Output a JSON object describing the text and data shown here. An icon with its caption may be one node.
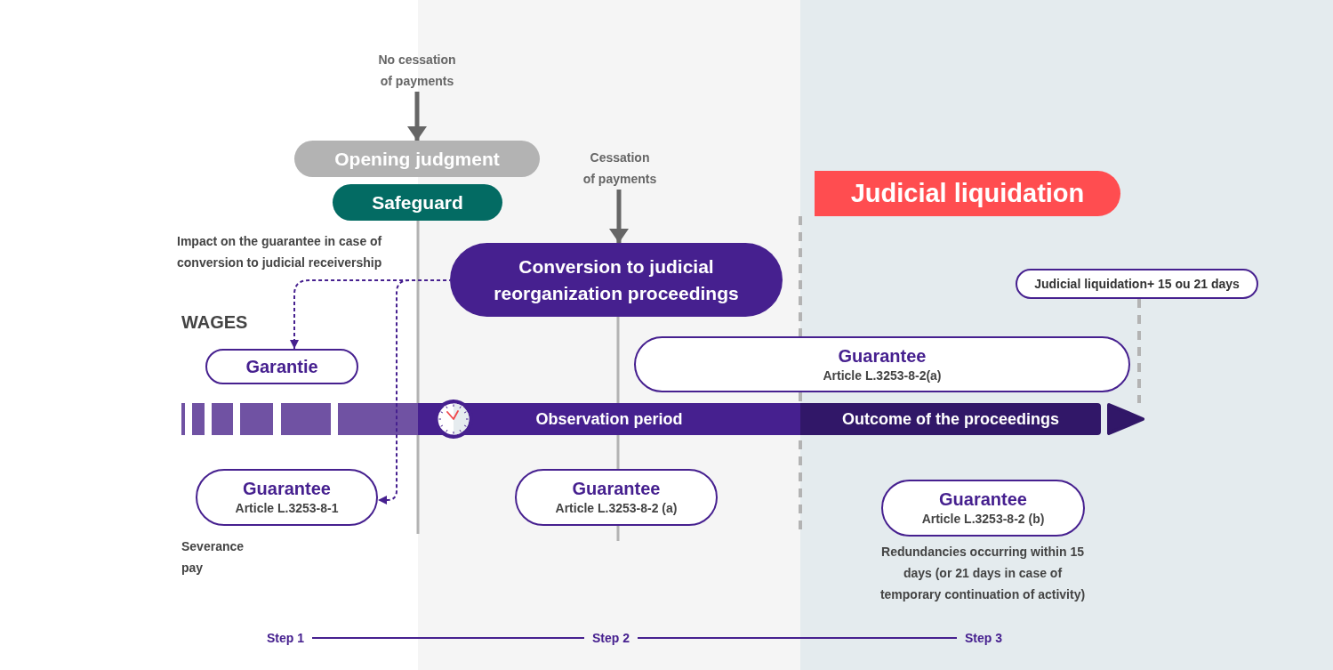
{
  "diagram": {
    "nodes": [
      {
        "text": [
          "No cessation of payments"
        ]
      },
      {
        "text": [
          "Opening judgment"
        ]
      },
      {
        "text": [
          "Safeguard"
        ]
      },
      {
        "text": [
          "Cessation of payments"
        ]
      },
      {
        "text": [
          "Conversion to judicial reorganization proceedings"
        ]
      },
      {
        "text": [
          "Judicial liquidation"
        ]
      },
      {
        "text": [
          "Judicial liquidation+ 15 ou 21 days"
        ]
      },
      {
        "text": [
          "Garantie"
        ]
      },
      {
        "text": [
          "Guarantee",
          "Article L.3253-8-2(a)"
        ]
      },
      {
        "text": [
          "Observation period"
        ]
      },
      {
        "text": [
          "Outcome of the proceedings"
        ]
      },
      {
        "text": [],
        "shape": "triangle"
      },
      {
        "text": [
          "Guarantee",
          "Article L.3253-8-1"
        ],
        "beside": [
          "Severance pay"
        ]
      },
      {
        "text": [
          "Guarantee",
          "Article L.3253-8-2 (a)"
        ]
      },
      {
        "text": [
          "Guarantee",
          "Article L.3253-8-2 (b)"
        ],
        "beside": [
          "Redundancies occurring within 15 days (or 21 days in case of temporary continuation of activity)"
        ]
      },
      {
        "text": [
          "Step 1"
        ]
      },
      {
        "text": [
          "Step 2"
        ]
      },
      {
        "text": [
          "Step 3"
        ]
      }
    ],
    "edges": [
      {
        "from": 0,
        "to": 1,
        "arrow": "to",
        "style": "thick",
        "color": "#666666"
      },
      {
        "from": 3,
        "to": 4,
        "arrow": "to",
        "style": "thick",
        "color": "#666666"
      },
      {
        "from": 4,
        "to": 7,
        "arrow": "to",
        "style": "dashed"
      },
      {
        "from": 4,
        "to": 12,
        "arrow": "to",
        "style": "dashed"
      },
      {
        "from": 15,
        "to": 16,
        "arrow": "none"
      },
      {
        "from": 16,
        "to": 17,
        "arrow": "none"
      },
      {
        "from": 6,
        "to": 11,
        "arrow": "none",
        "style": "dashed",
        "color": "#b3b3b3"
      }
    ],
    "labels": [
      "Impact on the guarantee in case of conversion to judicial receivership",
      "WAGES"
    ]
  }
}
